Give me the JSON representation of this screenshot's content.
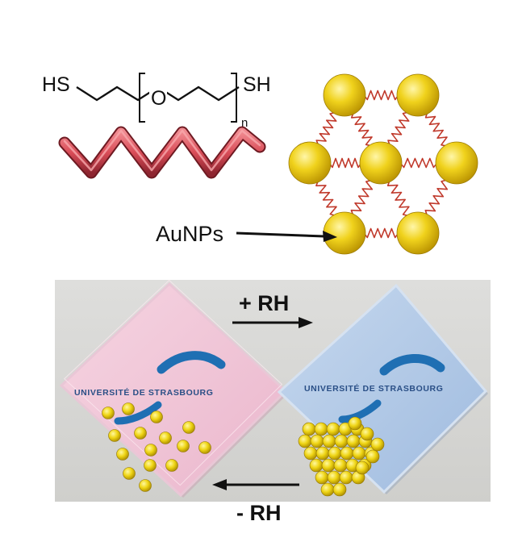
{
  "molecule": {
    "left_end": "HS",
    "right_end": "SH",
    "bridge_atom": "O",
    "repeat_subscript": "n"
  },
  "lattice": {
    "particle_label": "AuNPs"
  },
  "photo": {
    "left_film": {
      "logo_text": "UNIVERSITÉ DE STRASBOURG"
    },
    "right_film": {
      "logo_text": "UNIVERSITÉ DE STRASBOURG"
    },
    "forward_arrow_label": "+ RH",
    "reverse_arrow_label": "- RH"
  },
  "colors": {
    "polymer": "#d9505a",
    "gold": "#e3c21a",
    "spring": "#c0392b",
    "pink_film": "#f2c6d8",
    "blue_film": "#b7cde8",
    "logo_blue": "#1f6fb3"
  }
}
